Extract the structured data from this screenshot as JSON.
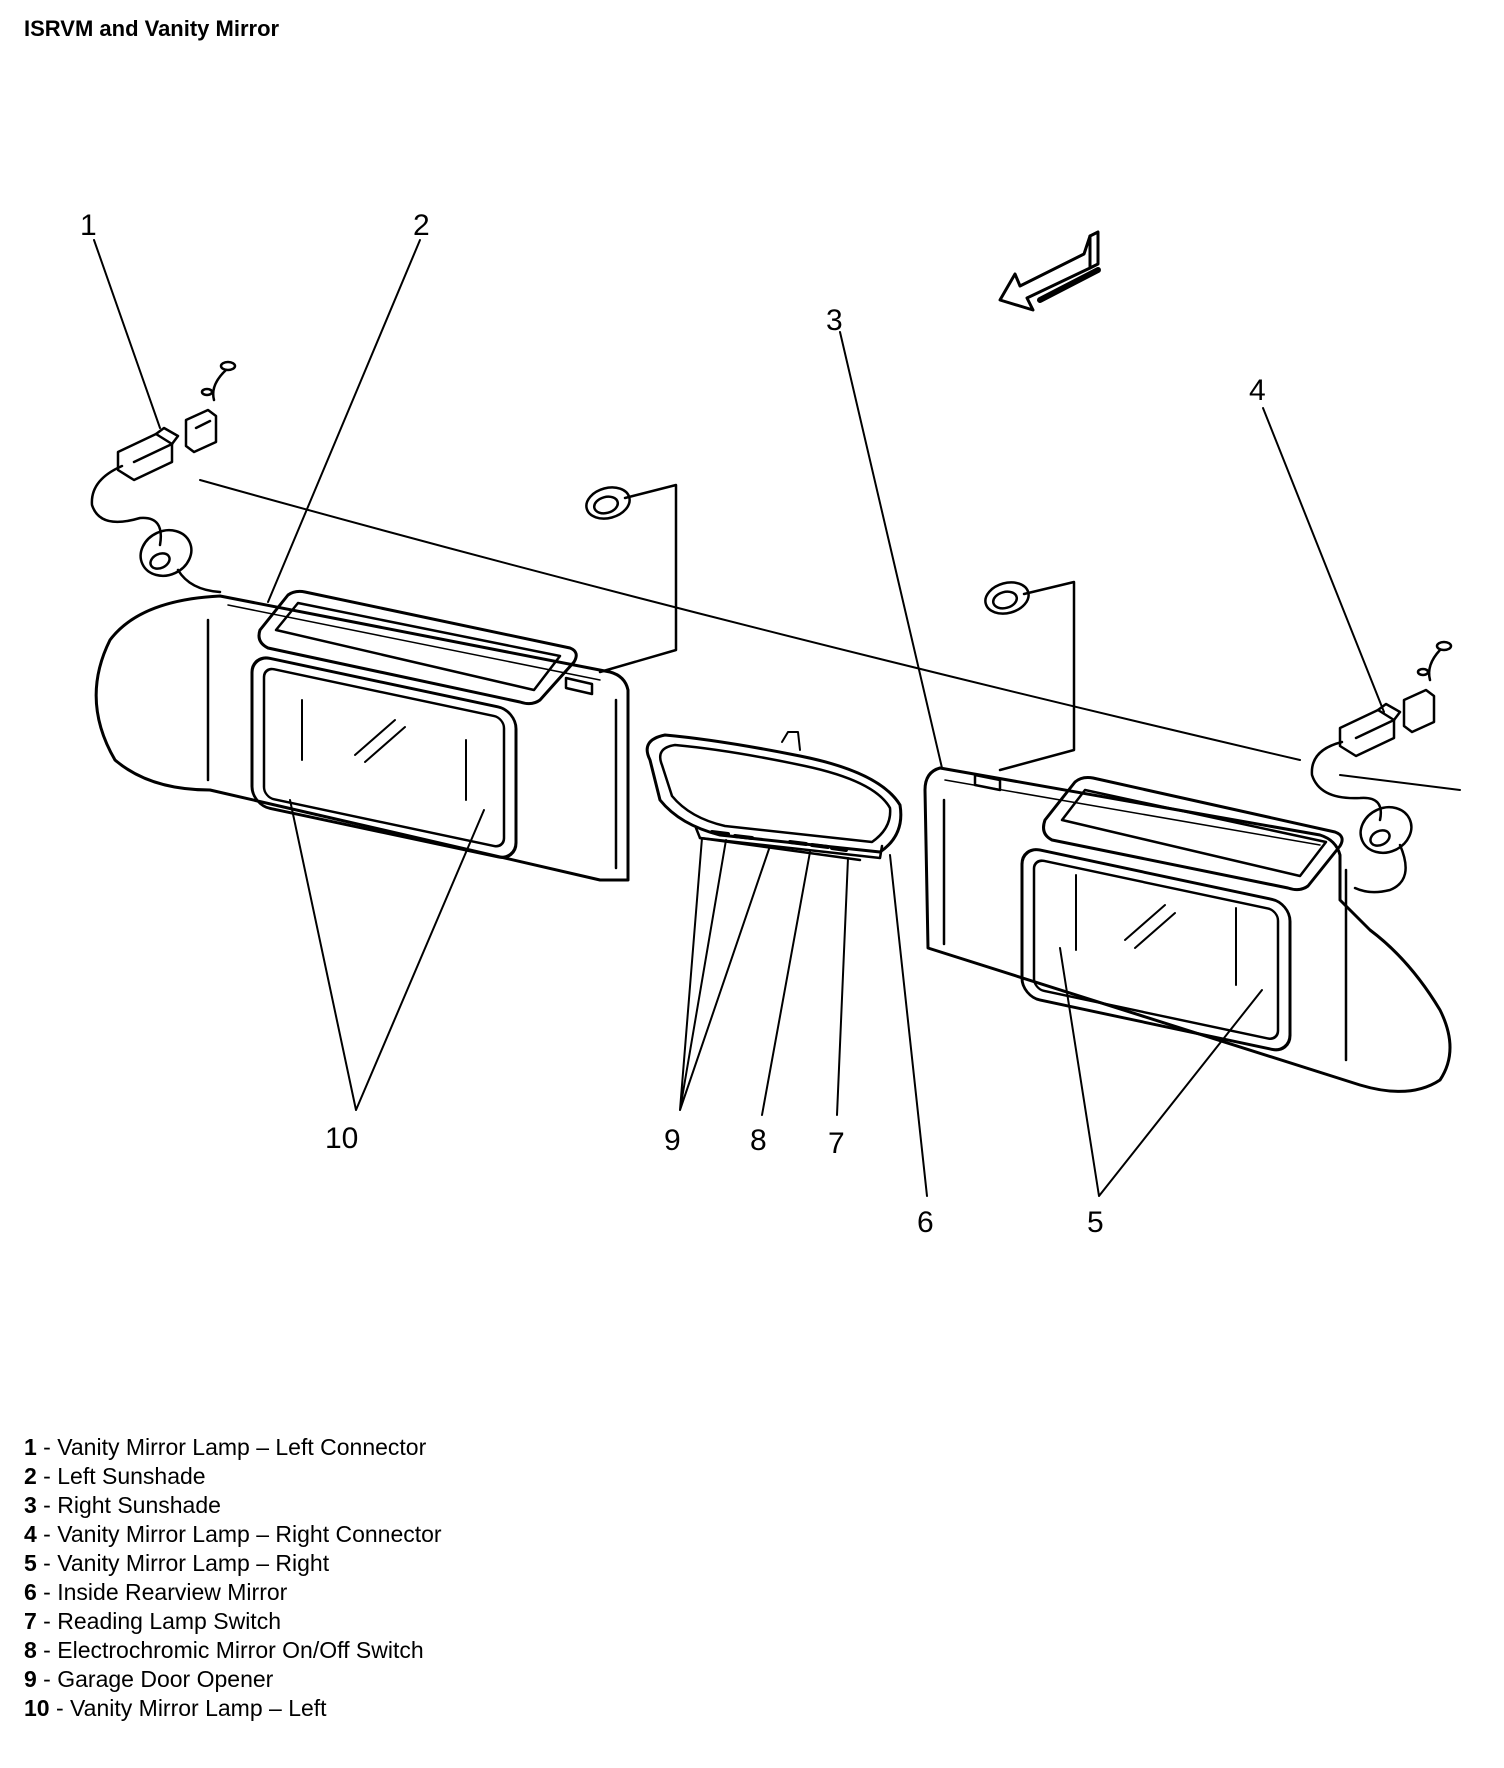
{
  "title": "ISRVM and Vanity Mirror",
  "callouts": [
    "1",
    "2",
    "3",
    "4",
    "5",
    "6",
    "7",
    "8",
    "9",
    "10"
  ],
  "legend": [
    {
      "num": "1",
      "sep": " - ",
      "text": "Vanity Mirror Lamp – Left Connector"
    },
    {
      "num": "2",
      "sep": " - ",
      "text": "Left Sunshade"
    },
    {
      "num": "3",
      "sep": " - ",
      "text": "Right Sunshade"
    },
    {
      "num": "4",
      "sep": " - ",
      "text": "Vanity Mirror Lamp – Right Connector"
    },
    {
      "num": "5",
      "sep": " - ",
      "text": "Vanity Mirror Lamp – Right"
    },
    {
      "num": "6",
      "sep": " - ",
      "text": "Inside Rearview Mirror"
    },
    {
      "num": "7",
      "sep": " - ",
      "text": "Reading Lamp Switch"
    },
    {
      "num": "8",
      "sep": " - ",
      "text": "Electrochromic Mirror On/Off Switch"
    },
    {
      "num": "9",
      "sep": " - ",
      "text": "Garage Door Opener"
    },
    {
      "num": "10",
      "sep": " - ",
      "text": "Vanity Mirror Lamp – Left"
    }
  ]
}
